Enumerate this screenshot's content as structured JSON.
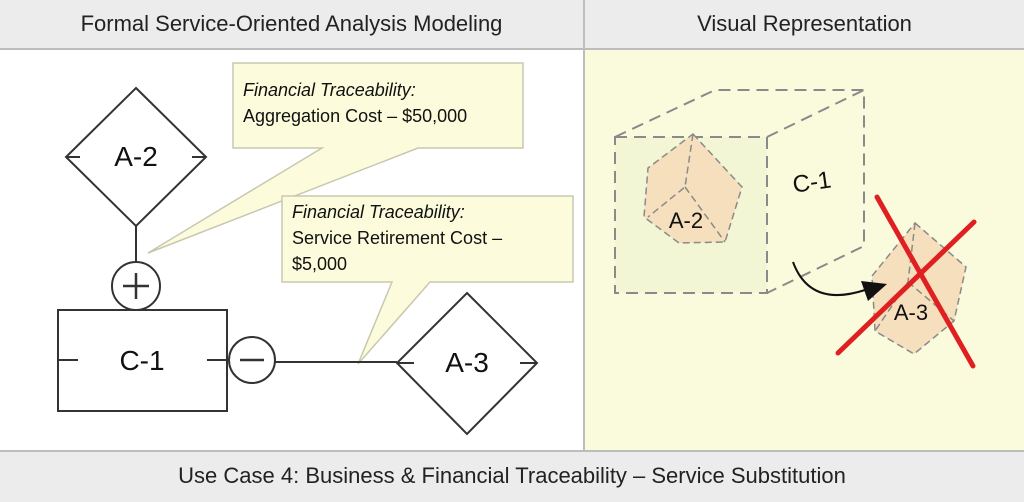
{
  "header": {
    "left_title": "Formal Service-Oriented Analysis Modeling",
    "right_title": "Visual Representation"
  },
  "footer": {
    "caption": "Use Case 4: Business & Financial Traceability – Service Substitution"
  },
  "left_diagram": {
    "node_a2": "A-2",
    "node_c1": "C-1",
    "node_a3": "A-3",
    "plus_symbol": "+",
    "minus_symbol": "−",
    "callout_1": {
      "title": "Financial Traceability:",
      "line1": "Aggregation Cost – $50,000"
    },
    "callout_2": {
      "title": "Financial Traceability:",
      "line1": "Service Retirement Cost –",
      "line2": "$5,000"
    }
  },
  "right_diagram": {
    "cube_label": "C-1",
    "inner_a2": "A-2",
    "outer_a3": "A-3"
  },
  "colors": {
    "cross_red": "#e02020",
    "shape_fill": "#f5dfbd",
    "callout_fill": "#fcfcdc",
    "panel_bg": "#fafadc"
  }
}
